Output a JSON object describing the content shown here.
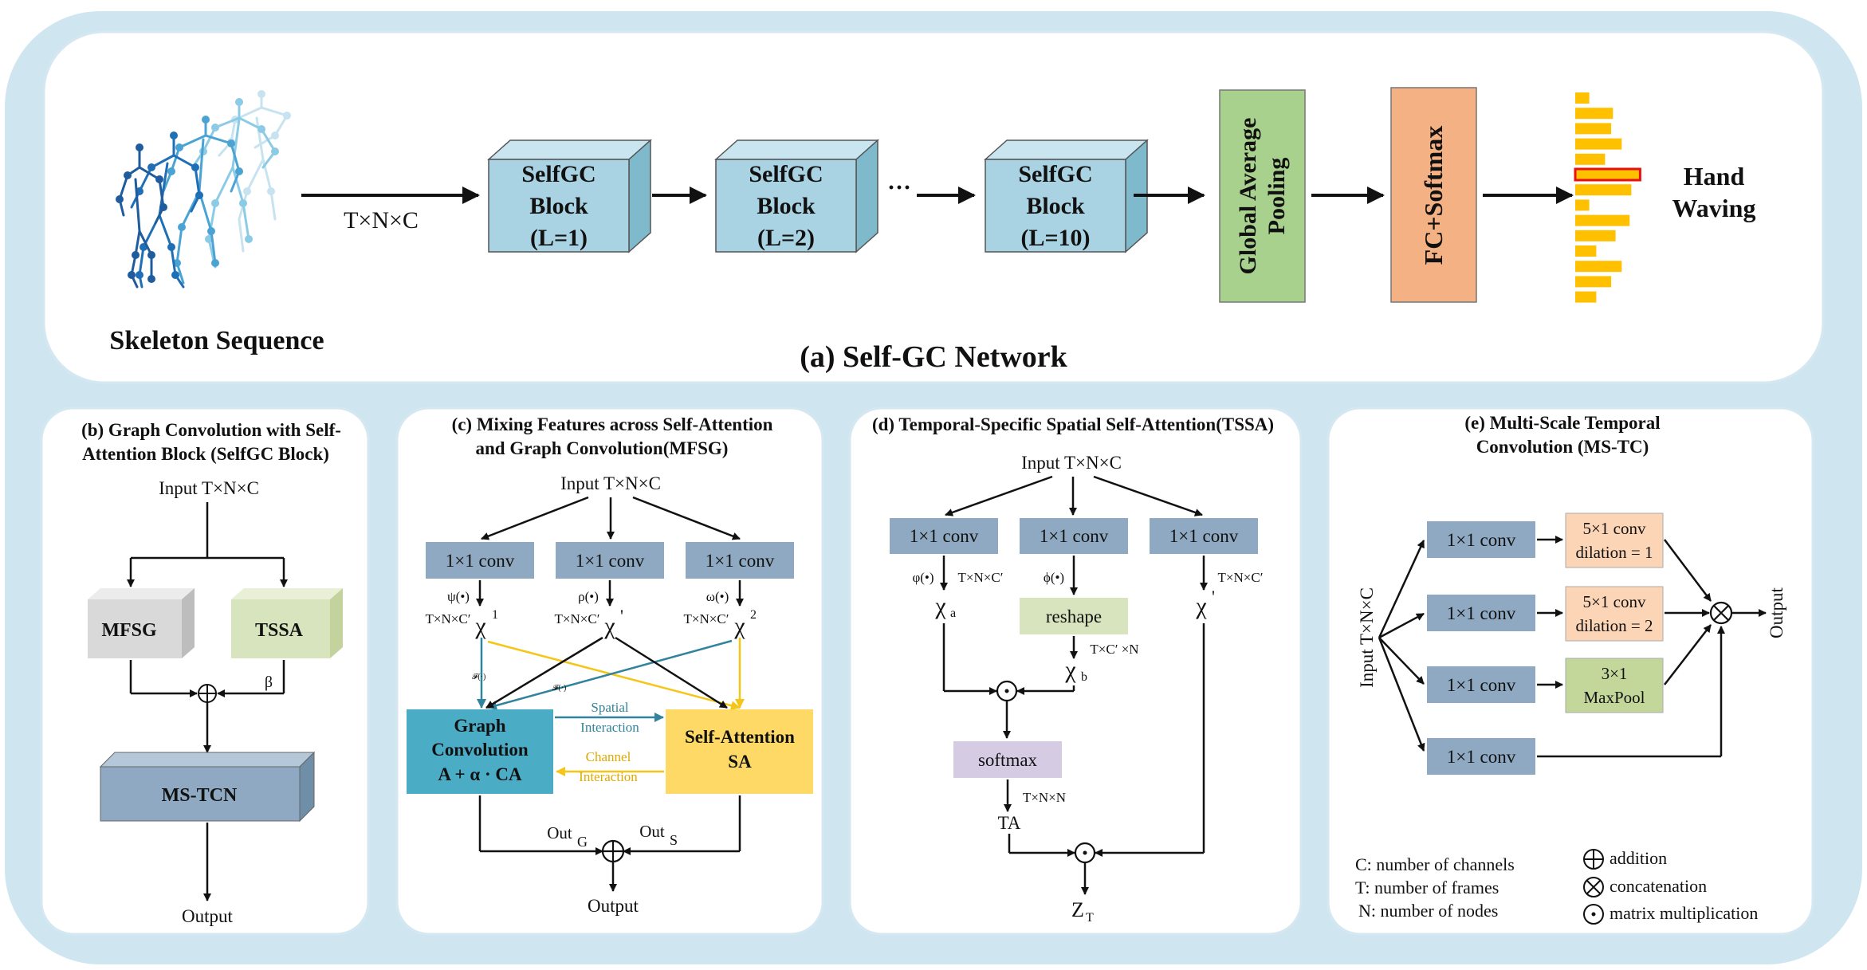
{
  "colors": {
    "frame_outer": "#cfe6f1",
    "panel_bg": "#ffffff",
    "block_front": "#a9d3e2",
    "block_top": "#c9e5ef",
    "block_side": "#7fb9cc",
    "gap": "#a9d18e",
    "fc": "#f4b183",
    "bar": "#ffc000",
    "bar_highlight_border": "#e81010",
    "conv": "#8ea9c1",
    "mfsg_gray": "#d9d9d9",
    "tssa_green": "#d7e4bd",
    "mstcn_blue": "#8ea9c1",
    "gc_blue": "#4bacc6",
    "sa_yellow": "#ffd966",
    "spatial_arrow": "#31849b",
    "channel_arrow": "#f5c518",
    "reshape_green": "#d7e4bd",
    "softmax_purple": "#d5cce4",
    "temporal_orange": "#fbd5b5",
    "maxpool_green": "#c4d79b"
  },
  "icons": [
    "skeleton-icon",
    "plus-icon",
    "otimes-icon",
    "odot-icon"
  ],
  "panel_a": {
    "title": "(a) Self-GC Network",
    "skeleton_label": "Skeleton Sequence",
    "input_shape": "T×N×C",
    "blocks": [
      {
        "line1": "SelfGC",
        "line2": "Block",
        "line3": "(L=1)"
      },
      {
        "line1": "SelfGC",
        "line2": "Block",
        "line3": "(L=2)"
      },
      {
        "line1": "SelfGC",
        "line2": "Block",
        "line3": "(L=10)"
      }
    ],
    "ellipsis": "···",
    "gap_line1": "Global Average",
    "gap_line2": "Pooling",
    "fc_label": "FC+Softmax",
    "output_line1": "Hand",
    "output_line2": "Waving",
    "class_scores": [
      0.16,
      0.43,
      0.41,
      0.53,
      0.34,
      0.74,
      0.64,
      0.16,
      0.62,
      0.46,
      0.24,
      0.53,
      0.41,
      0.24
    ]
  },
  "panel_b": {
    "title_line1": "(b) Graph Convolution  with Self-",
    "title_line2": "Attention Block (SelfGC Block)",
    "input": "Input T×N×C",
    "mfsg": "MFSG",
    "tssa": "TSSA",
    "beta": "β",
    "mstcn": "MS-TCN",
    "output": "Output"
  },
  "panel_c": {
    "title_line1": "(c) Mixing Features across Self-Attention",
    "title_line2": "and Graph Convolution(MFSG)",
    "input": "Input T×N×C",
    "conv": "1×1 conv",
    "fn1": "ψ(•)",
    "fn2": "ρ(•)",
    "fn3": "ω(•)",
    "shape": "T×N×C′",
    "x1": "χ",
    "x1_sup": "1",
    "x2": "χ",
    "x2_sup": "'",
    "x3": "χ",
    "x3_sup": "2",
    "f_small": "𝓕(·)",
    "gc_line1": "Graph",
    "gc_line2": "Convolution",
    "gc_line3": "A + α · CA",
    "sa_line1": "Self-Attention",
    "sa_line2": "SA",
    "spatial_line1": "Spatial",
    "spatial_line2": "Interaction",
    "channel_line1": "Channel",
    "channel_line2": "Interaction",
    "out_g": "Out",
    "out_g_sub": "G",
    "out_s": "Out",
    "out_s_sub": "S",
    "output": "Output"
  },
  "panel_d": {
    "title": "(d) Temporal-Specific Spatial Self-Attention(TSSA)",
    "input": "Input T×N×C",
    "conv": "1×1 conv",
    "fn1": "φ(•)",
    "fn2": "ϕ(•)",
    "shape1": "T×N×C′",
    "shape3": "T×N×C′",
    "xa": "χ",
    "xa_sub": "a",
    "reshape": "reshape",
    "shape2": "T×C′ ×N",
    "xb": "χ",
    "xb_sub": "b",
    "x3": "χ",
    "x3_sup": "'",
    "softmax": "softmax",
    "ta_shape": "T×N×N",
    "ta": "TA",
    "zt": "Z",
    "zt_sub": "T"
  },
  "panel_e": {
    "title_line1": "(e) Multi-Scale Temporal",
    "title_line2": "Convolution (MS-TC)",
    "input": "Input T×N×C",
    "conv": "1×1 conv",
    "t1_line1": "5×1 conv",
    "t1_line2": "dilation = 1",
    "t2_line1": "5×1 conv",
    "t2_line2": "dilation = 2",
    "mp_line1": "3×1",
    "mp_line2": "MaxPool",
    "output": "Output",
    "legend_c": "C: number of channels",
    "legend_t": "T: number of frames",
    "legend_n": "N: number of nodes",
    "legend_add": "addition",
    "legend_cat": "concatenation",
    "legend_mm": "matrix multiplication"
  }
}
